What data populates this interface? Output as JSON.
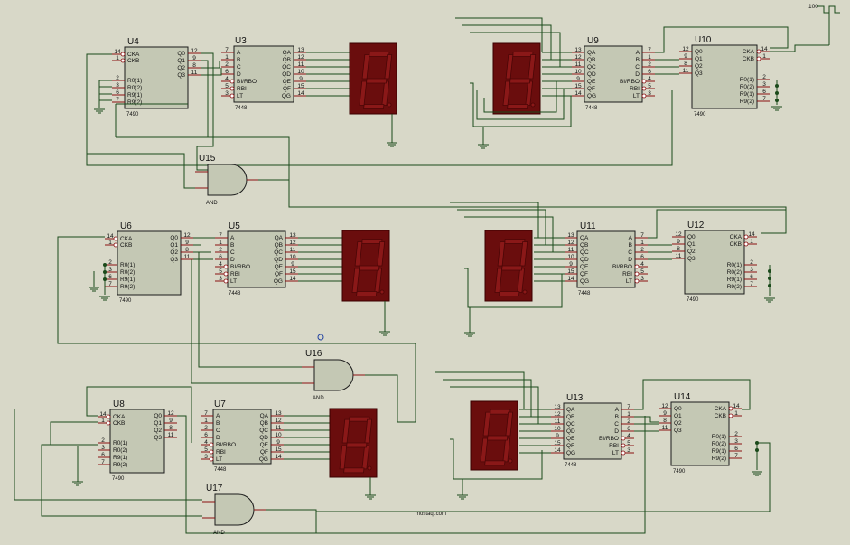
{
  "clock": {
    "label": "100"
  },
  "counters": [
    {
      "id": "U4",
      "part": "7490"
    },
    {
      "id": "U6",
      "part": "7490"
    },
    {
      "id": "U8",
      "part": "7490"
    },
    {
      "id": "U10",
      "part": "7490"
    },
    {
      "id": "U12",
      "part": "7490"
    },
    {
      "id": "U14",
      "part": "7490"
    }
  ],
  "decoders": [
    {
      "id": "U3",
      "part": "7448"
    },
    {
      "id": "U5",
      "part": "7448"
    },
    {
      "id": "U7",
      "part": "7448"
    },
    {
      "id": "U9",
      "part": "7448"
    },
    {
      "id": "U11",
      "part": "7448"
    },
    {
      "id": "U13",
      "part": "7448"
    }
  ],
  "gates": [
    {
      "id": "U15",
      "part": "AND"
    },
    {
      "id": "U16",
      "part": "AND"
    },
    {
      "id": "U17",
      "part": "AND"
    }
  ],
  "pins7490": {
    "left": [
      "CKA",
      "CKB",
      "R0(1)",
      "R0(2)",
      "R9(1)",
      "R9(2)"
    ],
    "left_nums": [
      "14",
      "1",
      "2",
      "3",
      "6",
      "7"
    ],
    "right": [
      "Q0",
      "Q1",
      "Q2",
      "Q3"
    ],
    "right_nums": [
      "12",
      "9",
      "8",
      "11"
    ]
  },
  "pins7448": {
    "inputs": [
      "A",
      "B",
      "C",
      "D",
      "BI/RBO",
      "RBI",
      "LT"
    ],
    "in_nums": [
      "7",
      "1",
      "2",
      "6",
      "4",
      "5",
      "3"
    ],
    "outputs": [
      "QA",
      "QB",
      "QC",
      "QD",
      "QE",
      "QF",
      "QG"
    ],
    "out_nums": [
      "13",
      "12",
      "11",
      "10",
      "9",
      "15",
      "14"
    ]
  },
  "watermark": {
    "text": "mostaql.com"
  }
}
